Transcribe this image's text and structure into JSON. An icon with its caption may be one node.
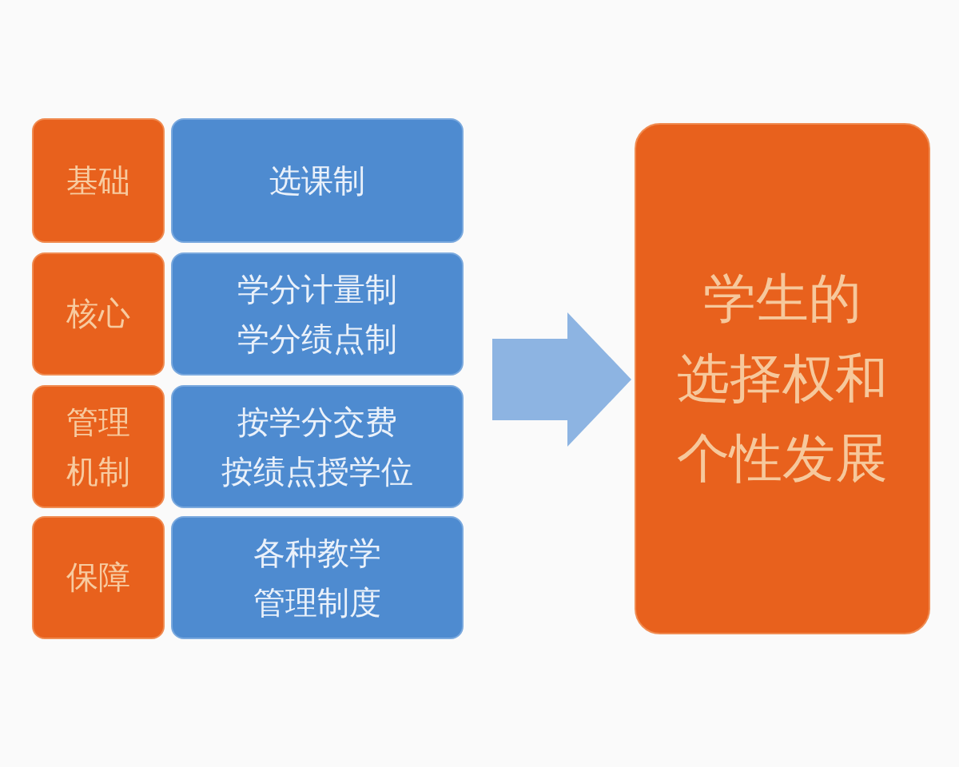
{
  "diagram": {
    "nodes": [
      {
        "text": [
          "基础"
        ]
      },
      {
        "text": [
          "选课制"
        ]
      },
      {
        "text": [
          "核心"
        ]
      },
      {
        "text": [
          "学分计量制",
          "学分绩点制"
        ]
      },
      {
        "text": [
          "管理机制"
        ]
      },
      {
        "text": [
          "按学分交费",
          "按绩点授学位"
        ]
      },
      {
        "text": [
          "保障"
        ]
      },
      {
        "text": [
          "各种教学管理制度"
        ]
      },
      {
        "text": [
          "学生的选择权和个性发展"
        ]
      }
    ],
    "edges": [
      {
        "from": null,
        "to": 8,
        "arrow": "to"
      }
    ]
  }
}
